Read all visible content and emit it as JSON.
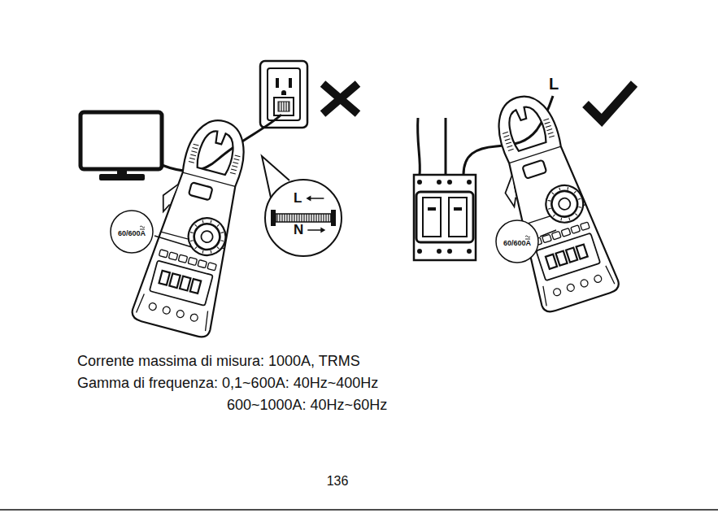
{
  "diagram": {
    "nodes": [
      {
        "text": [
          "60/600A"
        ]
      },
      {
        "text": [
          "L",
          "N"
        ]
      },
      {
        "text": [
          "60/600A"
        ]
      }
    ],
    "labels": [
      "L",
      "Corrente massima di misura: 1000A, TRMS",
      "Gamma di frequenza: 0,1~600A: 40Hz~400Hz",
      "600~1000A: 40Hz~60Hz",
      "136"
    ]
  }
}
